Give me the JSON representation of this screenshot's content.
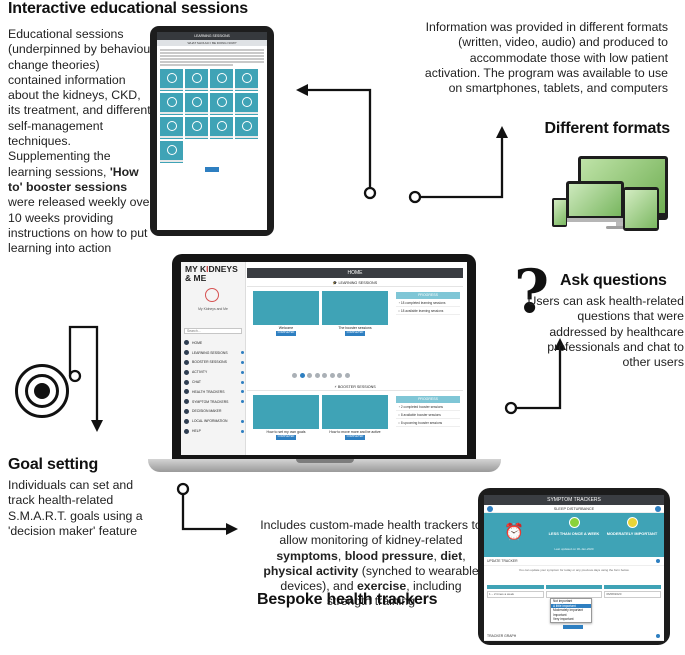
{
  "sections": {
    "interactive": {
      "title": "Interactive educational sessions",
      "text": "Educational sessions (underpinned by behaviour change theories) contained information about the kidneys, CKD, its treatment, and different self-management techniques. Supplementing the learning sessions,",
      "bold": "'How to' booster sessions",
      "text_after": "were released weekly over 10 weeks providing instructions on how to put learning into action"
    },
    "formats": {
      "title": "Different formats",
      "text": "Information was provided in different formats (written, video, audio) and produced to accommodate those with low patient activation. The program was available to use on smartphones, tablets, and computers"
    },
    "questions": {
      "title": "Ask questions",
      "text": "Users can ask health-related questions that were addressed by healthcare professionals and chat to other users"
    },
    "goal": {
      "title": "Goal setting",
      "text": "Individuals can set and track health-related S.M.A.R.T. goals using a 'decision maker' feature"
    },
    "trackers": {
      "title": "Bespoke health trackers",
      "t1": "Includes custom-made health trackers to allow monitoring of kidney-related",
      "b1": "symptoms",
      "t2": ",",
      "b2": "blood pressure",
      "t3": ",",
      "b3": "diet",
      "t4": ",",
      "b4": "physical activity",
      "t5": "(synched to wearable devices), and",
      "b5": "exercise",
      "t6": ", including strength training"
    }
  },
  "tablet": {
    "header": "LEARNING SESSIONS",
    "subheader": "WHAT SHOULD I BE DOING NOW?"
  },
  "laptop": {
    "logo_line1": "MY K",
    "logo_r": "I",
    "logo_line1b": "DNEYS",
    "logo_line2": "& ME",
    "app_subtitle": "My Kidneys and Me",
    "search_placeholder": "Search...",
    "nav": [
      "HOME",
      "LEARNING SESSIONS",
      "BOOSTER SESSIONS",
      "ACTIVITY",
      "CHAT",
      "HEALTH TRACKERS",
      "SYMPTOM TRACKERS",
      "DECISION MAKER",
      "LOCAL INFORMATION",
      "HELP"
    ],
    "page_title": "HOME",
    "learning_title": "LEARNING SESSIONS",
    "booster_title": "BOOSTER SESSIONS",
    "cards_learning": [
      {
        "title": "Welcome",
        "button": "COMPLETED"
      },
      {
        "title": "The booster sessions",
        "button": "COMPLETED"
      }
    ],
    "cards_booster": [
      {
        "title": "How to set my own goals",
        "button": "COMPLETED"
      },
      {
        "title": "How to move more and be active",
        "button": "COMPLETED"
      }
    ],
    "progress_label": "PROGRESS",
    "learning_progress": [
      "18 completed learning sessions",
      "18 available learning sessions"
    ],
    "booster_progress": [
      "2 completed booster sessions",
      "8 available booster sessions",
      "8 upcoming booster sessions"
    ],
    "page_dots": 8,
    "active_dot": 2
  },
  "phone": {
    "header": "SYMPTOM TRACKERS",
    "symptom": "SLEEP DISTURBANCE",
    "frequency": "LESS THAN ONCE A WEEK",
    "importance": "MODERATELY IMPORTANT",
    "last_updated": "Last updated on 30-Jan-2020",
    "update_label": "UPDATE TRACKER",
    "graph_label": "TRACKER GRAPH",
    "instruction": "You can update your symptom for today or any previous days using the form below.",
    "freq_value": "1 – 2 times a week",
    "date_value": "06/08/2020",
    "options": [
      "Not important",
      "A little important",
      "Moderately important",
      "Important",
      "Very important"
    ],
    "selected_option": 1,
    "colors": {
      "frequency": "#8ad23a",
      "importance": "#e8d537"
    }
  }
}
